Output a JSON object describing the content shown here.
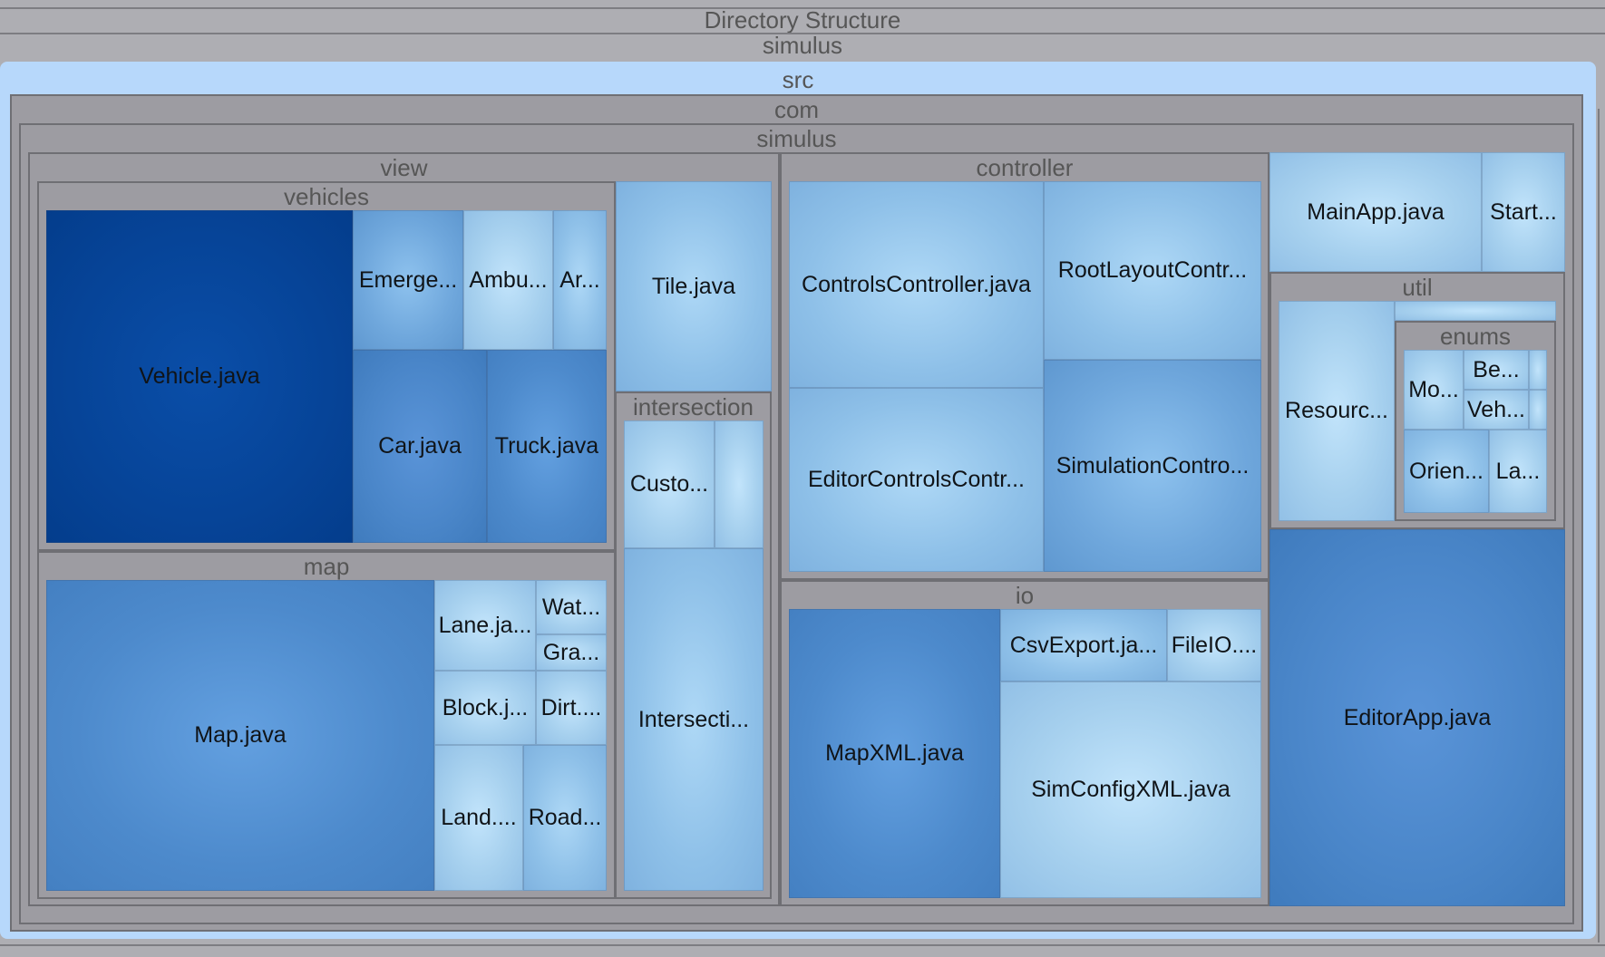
{
  "headers": {
    "directory_structure": "Directory Structure",
    "simulus_root": "simulus",
    "src": "src",
    "com": "com",
    "simulus": "simulus",
    "view": "view",
    "vehicles": "vehicles",
    "map": "map",
    "intersection": "intersection",
    "controller": "controller",
    "io": "io",
    "util": "util",
    "enums": "enums"
  },
  "files": {
    "vehicle": "Vehicle.java",
    "emergency": "Emerge...",
    "ambulance": "Ambu...",
    "ar": "Ar...",
    "car": "Car.java",
    "truck": "Truck.java",
    "tile": "Tile.java",
    "custom": "Custo...",
    "intersection": "Intersecti...",
    "map": "Map.java",
    "lane": "Lane.ja...",
    "water": "Wat...",
    "grass": "Gra...",
    "block": "Block.j...",
    "dirt": "Dirt....",
    "land": "Land....",
    "road": "Road...",
    "controls_controller": "ControlsController.java",
    "root_layout": "RootLayoutContr...",
    "editor_controls": "EditorControlsContr...",
    "simulation_controller": "SimulationContro...",
    "mapxml": "MapXML.java",
    "csv_export": "CsvExport.ja...",
    "fileio": "FileIO....",
    "simconfig": "SimConfigXML.java",
    "mainapp": "MainApp.java",
    "start": "Start...",
    "resource": "Resourc...",
    "mo": "Mo...",
    "be": "Be...",
    "veh": "Veh...",
    "orien": "Orien...",
    "la": "La...",
    "editorapp": "EditorApp.java"
  }
}
